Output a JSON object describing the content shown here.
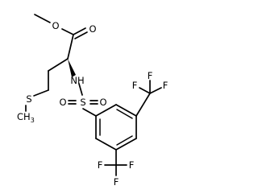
{
  "molecule": {
    "atoms": {
      "ester_o_methyl": "O",
      "carbonyl_o": "O",
      "nh": "NH",
      "sulfonyl_s": "S",
      "sulfonyl_o_left": "O",
      "sulfonyl_o_right": "O",
      "thioether_s": "S",
      "methyl_ch": "CH",
      "methyl_sub": "3",
      "cf3_top": [
        "F",
        "F",
        "F"
      ],
      "cf3_bottom": [
        "F",
        "F",
        "F"
      ]
    }
  },
  "colors": {
    "bond": "#000000",
    "background": "#ffffff"
  }
}
